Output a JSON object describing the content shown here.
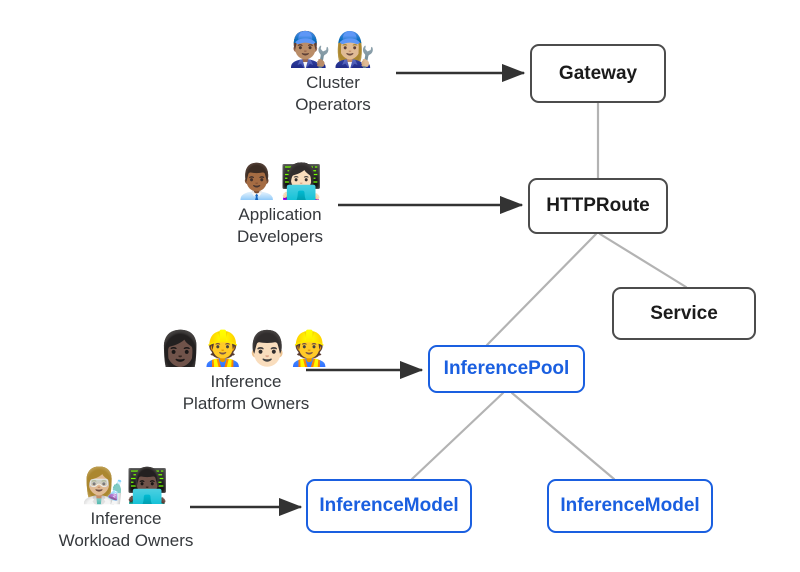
{
  "diagram": {
    "title": "Gateway API Inference Extension resource model and personas",
    "background_color": "#ffffff",
    "edge_color": "#b3b3b3",
    "arrow_color": "#333333",
    "accent_blue": "#1a5fe0",
    "node_border_dark": "#4c4c4c"
  },
  "personas": [
    {
      "id": "cluster-operators",
      "emojis": "👨🏽‍🔧👩🏼‍🔧",
      "emoji_names": "man-mechanic-icon, woman-mechanic-icon",
      "label": "Cluster\nOperators",
      "targets": "Gateway"
    },
    {
      "id": "application-developers",
      "emojis": "👨🏾‍💼👩🏻‍💻",
      "emoji_names": "man-office-worker-icon, woman-technologist-icon",
      "label": "Application\nDevelopers",
      "targets": "HTTPRoute"
    },
    {
      "id": "inference-platform-owners",
      "emojis": "👩🏿‍👷👨🏻‍👷",
      "emoji_names": "woman-construction-worker-icon, man-construction-worker-icon",
      "label": "Inference\nPlatform Owners",
      "targets": "InferencePool"
    },
    {
      "id": "inference-workload-owners",
      "emojis": "👩🏼‍🔬👨🏿‍💻",
      "emoji_names": "woman-scientist-icon, man-technologist-icon",
      "label": "Inference\nWorkload Owners",
      "targets": "InferenceModel"
    }
  ],
  "nodes": [
    {
      "id": "gateway",
      "label": "Gateway",
      "style": "dark"
    },
    {
      "id": "httproute",
      "label": "HTTPRoute",
      "style": "dark"
    },
    {
      "id": "service",
      "label": "Service",
      "style": "dark"
    },
    {
      "id": "inferencepool",
      "label": "InferencePool",
      "style": "blue"
    },
    {
      "id": "inferencemodel-left",
      "label": "InferenceModel",
      "style": "blue"
    },
    {
      "id": "inferencemodel-right",
      "label": "InferenceModel",
      "style": "blue"
    }
  ],
  "connections": [
    {
      "from": "Gateway",
      "to": "HTTPRoute",
      "kind": "relation"
    },
    {
      "from": "HTTPRoute",
      "to": "InferencePool",
      "kind": "relation"
    },
    {
      "from": "HTTPRoute",
      "to": "Service",
      "kind": "relation"
    },
    {
      "from": "InferencePool",
      "to": "InferenceModel",
      "kind": "relation"
    },
    {
      "from": "InferencePool",
      "to": "InferenceModel",
      "kind": "relation"
    },
    {
      "from": "Cluster Operators",
      "to": "Gateway",
      "kind": "manages"
    },
    {
      "from": "Application Developers",
      "to": "HTTPRoute",
      "kind": "manages"
    },
    {
      "from": "Inference Platform Owners",
      "to": "InferencePool",
      "kind": "manages"
    },
    {
      "from": "Inference Workload Owners",
      "to": "InferenceModel",
      "kind": "manages"
    }
  ]
}
